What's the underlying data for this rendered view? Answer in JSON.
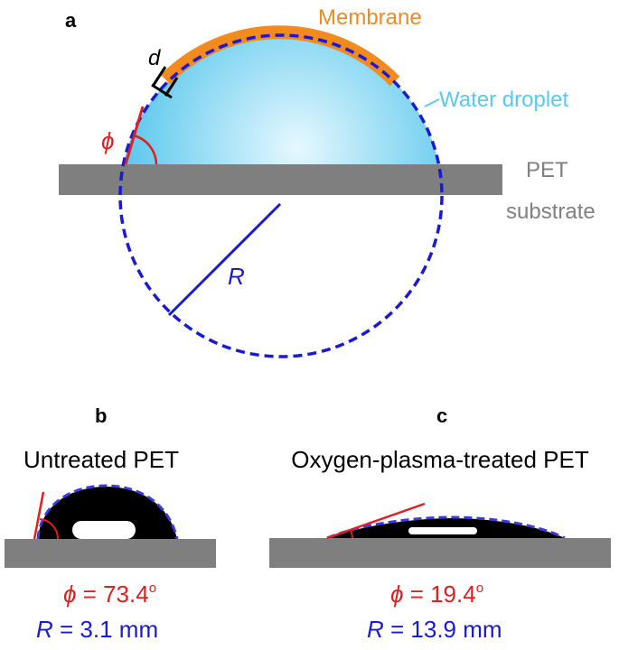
{
  "panel_a": {
    "label": "a",
    "membrane_label": "Membrane",
    "droplet_label": "Water droplet",
    "substrate_label_1": "PET",
    "substrate_label_2": "substrate",
    "thickness_symbol": "d",
    "angle_symbol": "ϕ",
    "radius_symbol": "R"
  },
  "panel_b": {
    "label": "b",
    "title": "Untreated PET",
    "angle_symbol": "ϕ",
    "angle_value": " = 73.4",
    "angle_unit": "o",
    "radius_symbol": "R",
    "radius_value": " = 3.1 mm"
  },
  "panel_c": {
    "label": "c",
    "title": "Oxygen-plasma-treated PET",
    "angle_symbol": "ϕ",
    "angle_value": " = 19.4",
    "angle_unit": "o",
    "radius_symbol": "R",
    "radius_value": " = 13.9 mm"
  },
  "colors": {
    "membrane": "#f28a1e",
    "droplet_light": "#dff6fd",
    "droplet_dark": "#4cc3ea",
    "droplet_text": "#5bc8ef",
    "circle_dashed": "#1a1ad6",
    "substrate": "#7f7f7f",
    "substrate_text": "#808080",
    "angle_red": "#e02020",
    "radius_blue": "#1a1ad6",
    "black": "#000000"
  }
}
